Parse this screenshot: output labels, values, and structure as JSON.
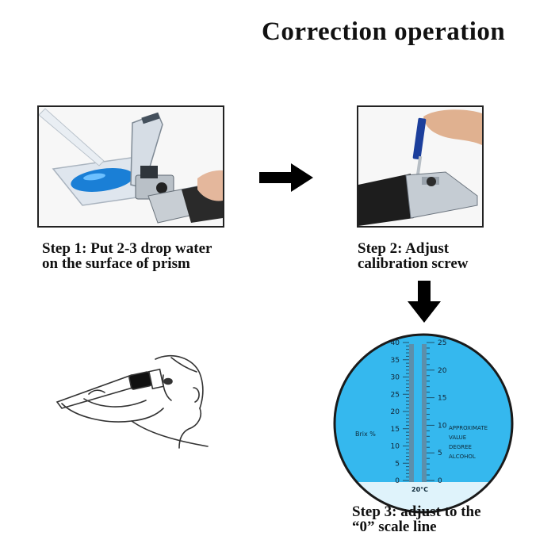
{
  "title": "Correction operation",
  "steps": [
    {
      "line1": "Step 1: Put 2-3 drop water",
      "line2": "on the surface of prism"
    },
    {
      "line1": "Step 2: Adjust",
      "line2": "calibration screw"
    },
    {
      "line1": "Step 3: adjust to the",
      "line2": "“0” scale line"
    }
  ],
  "scale": {
    "brix_label": "Brix %",
    "left_ticks": [
      "40",
      "35",
      "30",
      "25",
      "20",
      "15",
      "10",
      "5",
      "0"
    ],
    "right_ticks": [
      "25",
      "20",
      "15",
      "10",
      "5",
      "0"
    ],
    "alcohol_label": [
      "APPROXIMATE",
      "VALUE",
      "DEGREE",
      "ALCOHOL"
    ],
    "temperature": "20°C"
  },
  "colors": {
    "scale_blue": "#35b8ee",
    "bottom_band": "#dff3fb",
    "prism_blue": "#1a7fd6",
    "screwdriver_blue": "#1c3f9c"
  }
}
